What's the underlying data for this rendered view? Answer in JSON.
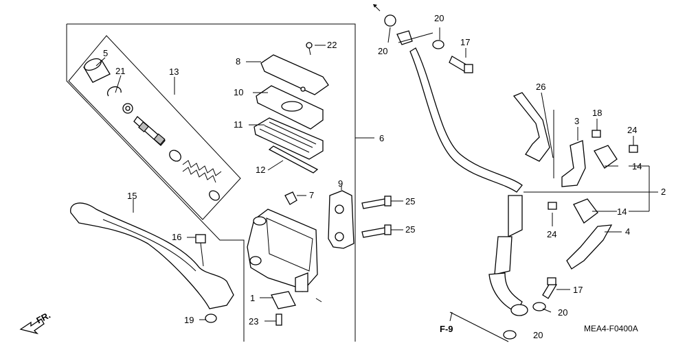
{
  "diagram": {
    "code": "MEA4-F0400A",
    "direction_label": "FR.",
    "ref_label": "F-9",
    "callouts": {
      "c1": "1",
      "c2": "2",
      "c3": "3",
      "c4": "4",
      "c5": "5",
      "c6": "6",
      "c7": "7",
      "c8": "8",
      "c9": "9",
      "c10": "10",
      "c11": "11",
      "c12": "12",
      "c13": "13",
      "c14a": "14",
      "c14b": "14",
      "c15": "15",
      "c16": "16",
      "c17a": "17",
      "c17b": "17",
      "c18": "18",
      "c19": "19",
      "c20a": "20",
      "c20b": "20",
      "c20c": "20",
      "c20d": "20",
      "c21": "21",
      "c22": "22",
      "c23": "23",
      "c24a": "24",
      "c24b": "24",
      "c25a": "25",
      "c25b": "25",
      "c26": "26"
    }
  }
}
